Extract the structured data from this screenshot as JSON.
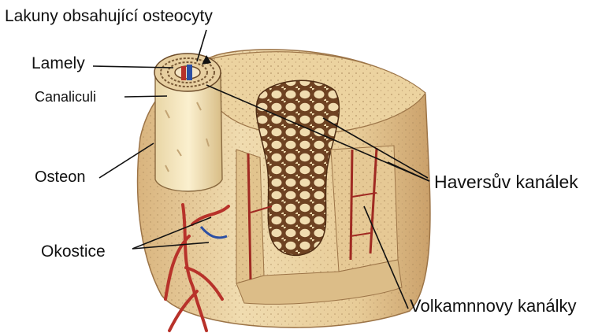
{
  "labels": {
    "lakuny": "Lakuny obsahující osteocyty",
    "lamely": "Lamely",
    "canaliculi": "Canaliculi",
    "osteon": "Osteon",
    "okostice": "Okostice",
    "haversuv_kanalek": "Haversův kanálek",
    "volkmannovy_kanalky": "Volkamnnovy kanálky"
  },
  "colors": {
    "bone_light": "#f2dfb4",
    "bone_mid": "#e4c48e",
    "bone_dark": "#c9a06a",
    "spongy": "#7a4a26",
    "vessel_red": "#b8322a",
    "vessel_blue": "#2c4fa3",
    "leader_line": "#111111"
  }
}
